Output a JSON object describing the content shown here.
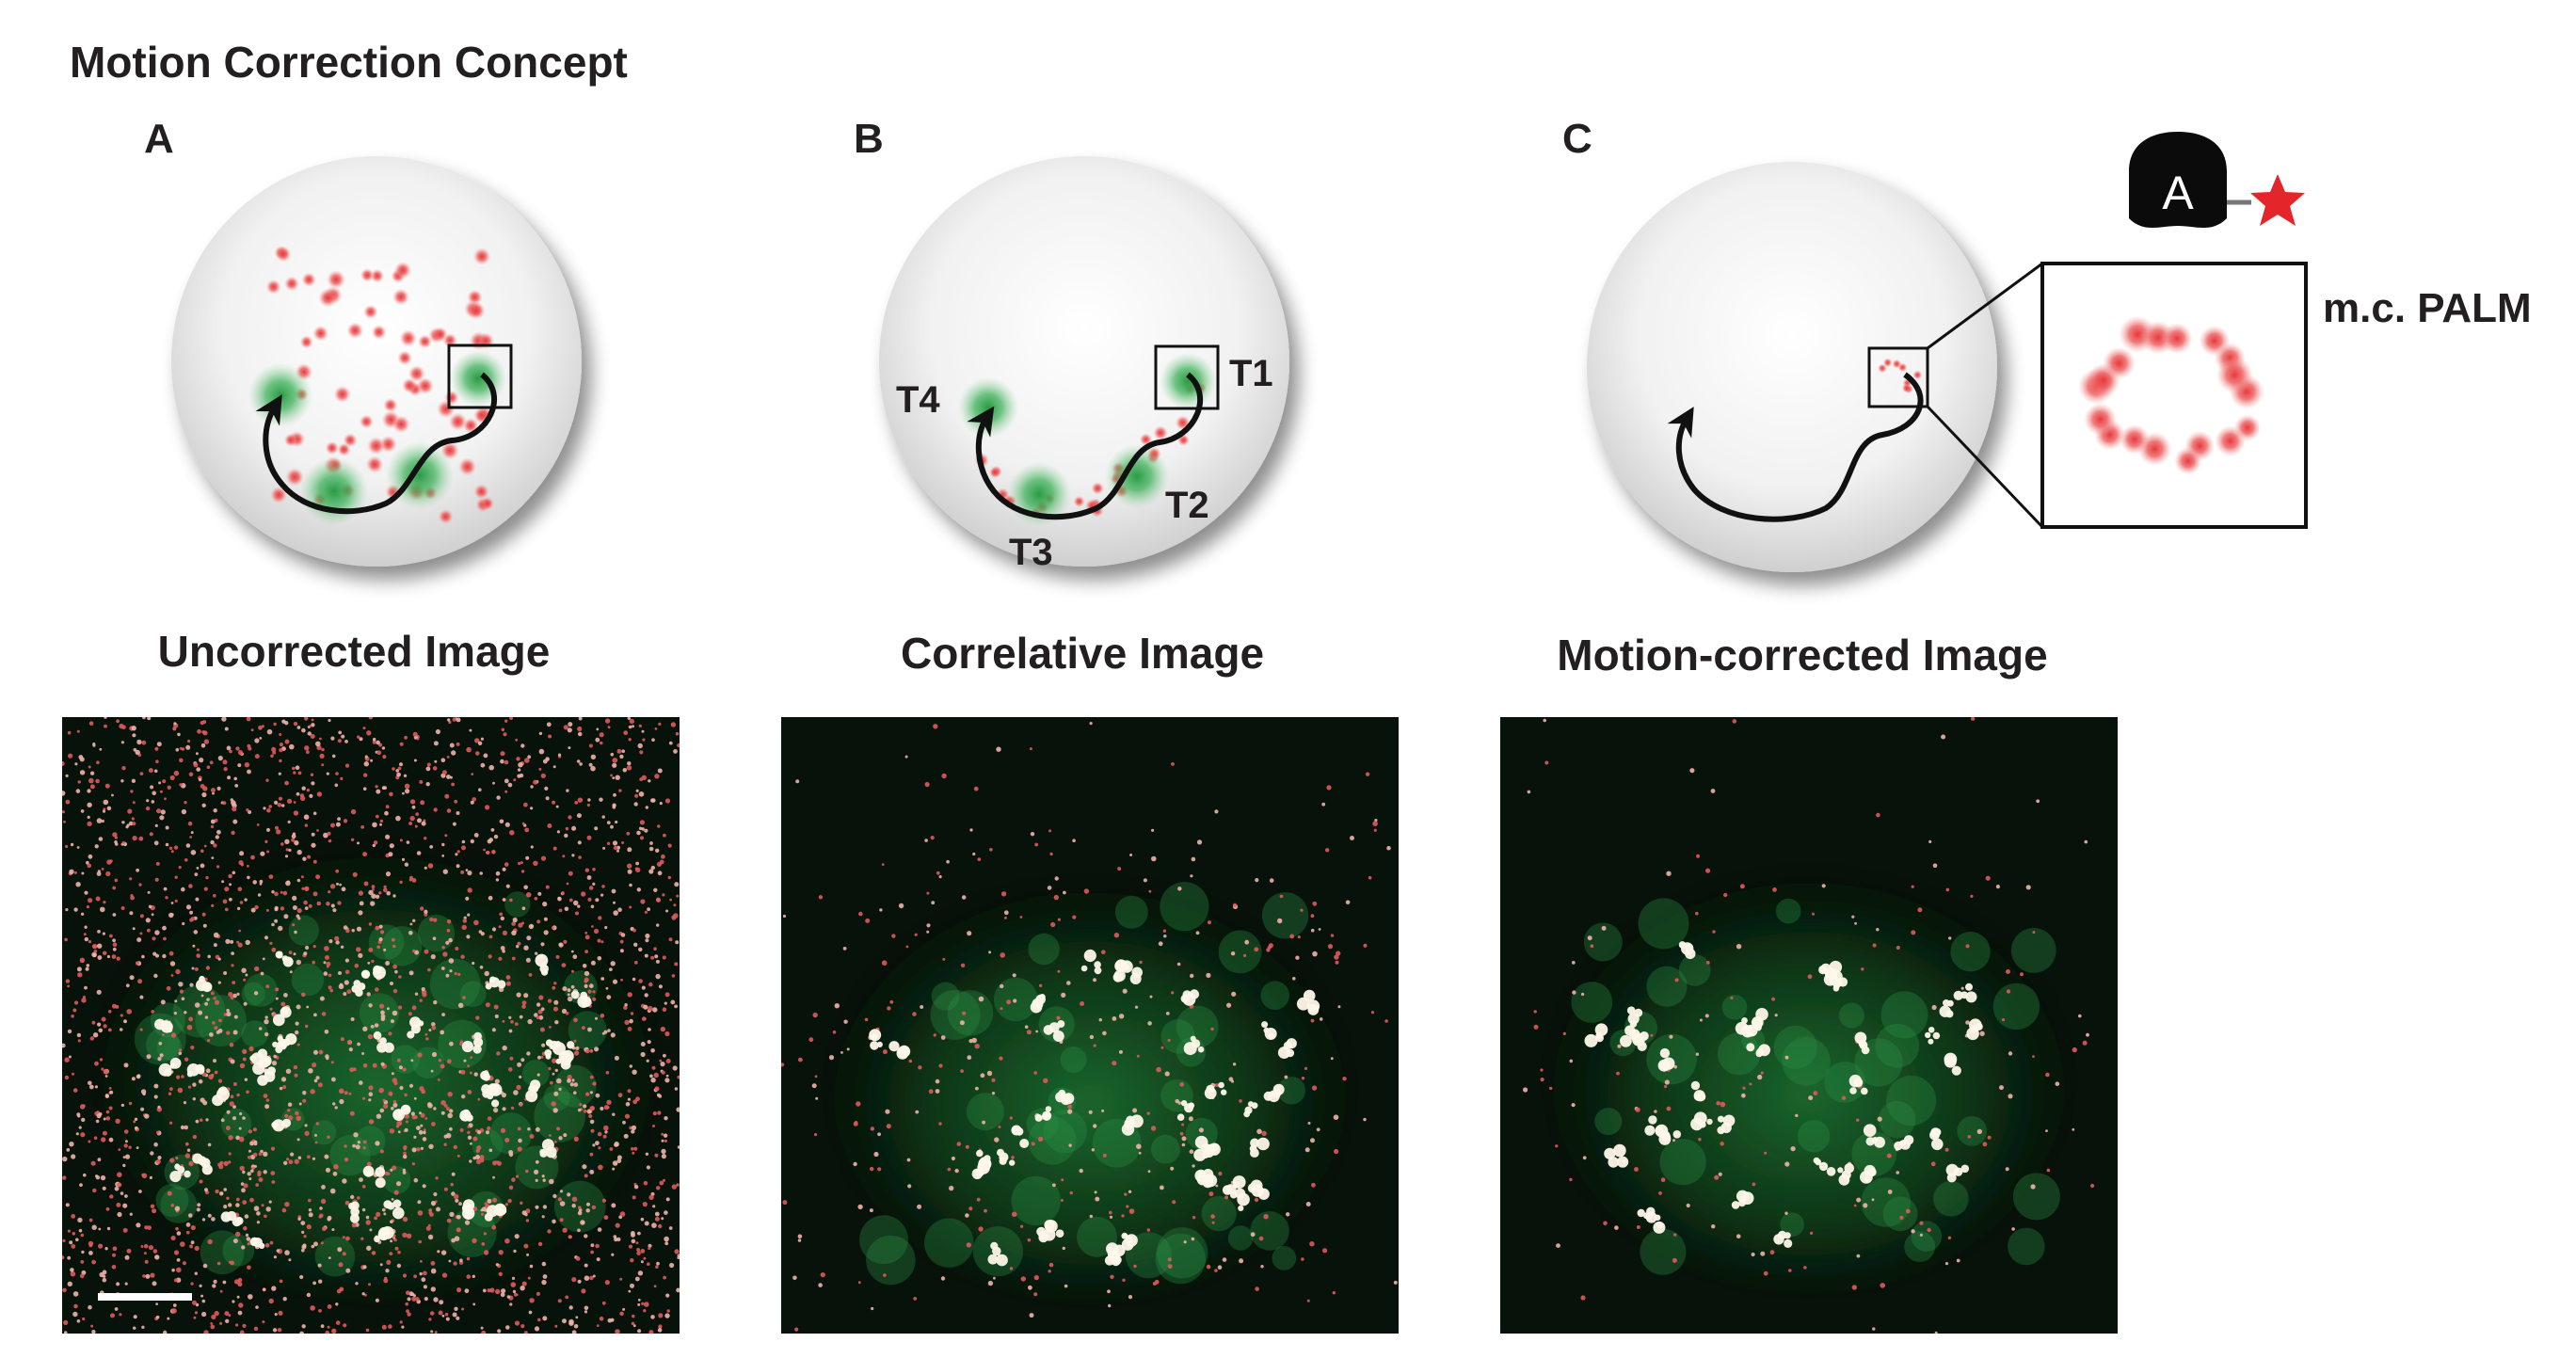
{
  "title": "Motion Correction Concept",
  "panels": [
    {
      "letter": "A",
      "caption": "Uncorrected Image",
      "labels": []
    },
    {
      "letter": "B",
      "caption": "Correlative Image",
      "labels": [
        "T1",
        "T2",
        "T3",
        "T4"
      ]
    },
    {
      "letter": "C",
      "caption": "Motion-corrected Image",
      "labels": [],
      "inset_label": "m.c. PALM",
      "antibody_letter": "A"
    }
  ],
  "colors": {
    "localization_red": "#e8383c",
    "fiducial_green": "#2fa84f",
    "micrograph_bg": "#07120a",
    "text": "#231f20",
    "marker_star": "#e4262a"
  },
  "icons": [
    "antibody-icon",
    "fluorophore-star-icon",
    "scale-bar"
  ]
}
